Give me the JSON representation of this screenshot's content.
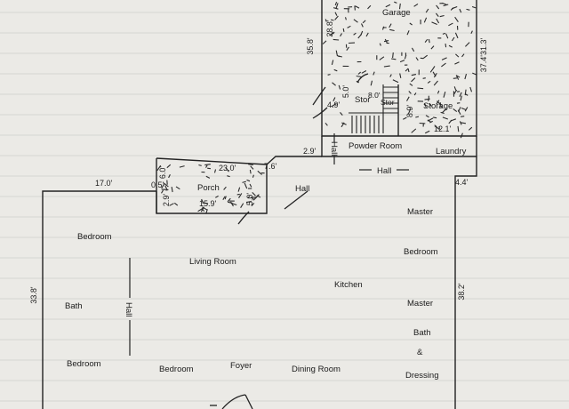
{
  "rooms": {
    "garage": "Garage",
    "storage": "Storage",
    "stor": "Stor",
    "stor2": "Stor",
    "powder_room": "Powder Room",
    "laundry": "Laundry",
    "hall_upper": "Hall",
    "hall_mid": "Hall",
    "hall_vertical_top": "Hall",
    "hall_vertical_left": "Hall",
    "porch": "Porch",
    "master_bedroom_1": "Master",
    "master_bedroom_2": "Bedroom",
    "bedroom_left": "Bedroom",
    "living_room": "Living Room",
    "kitchen": "Kitchen",
    "master_bath_1": "Master",
    "master_bath_2": "Bath",
    "master_bath_3": "&",
    "master_bath_4": "Dressing",
    "bath": "Bath",
    "bedroom_lower_left": "Bedroom",
    "bedroom_lower_mid": "Bedroom",
    "foyer": "Foyer",
    "dining_room": "Dining Room"
  },
  "dimensions": {
    "garage_left": "35.8'",
    "garage_inner": "28.8'",
    "garage_right": "37.4'31.3'",
    "stair_5": "5.0'",
    "stair_8": "8.0'",
    "stair_49": "4.9'",
    "storage_8": "8.9'",
    "storage_121": "12.1'",
    "left_29": "2.9'",
    "porch_top": "23.0'",
    "porch_76": "7.6'",
    "porch_60": "6.0'",
    "porch_05": "0.5'",
    "porch_29": "2.9'",
    "porch_159": "15.9'",
    "porch_50": "5.0'",
    "house_top_left": "17.0'",
    "house_left": "33.8'",
    "house_right": "38.2'",
    "house_44": "4.4'"
  }
}
